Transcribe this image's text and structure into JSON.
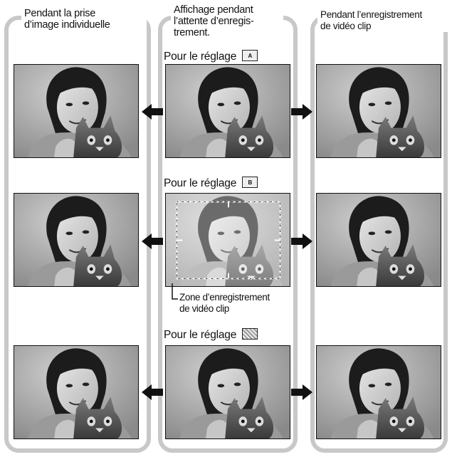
{
  "columns": {
    "left": {
      "title_line1": "Pendant la prise",
      "title_line2": "d’image individuelle"
    },
    "center": {
      "title_line1": "Affichage pendant",
      "title_line2": "l’attente d’enregis-",
      "title_line3": "trement."
    },
    "right": {
      "title_line1": "Pendant l’enregistrement",
      "title_line2": "de vidéo clip"
    }
  },
  "settings": [
    {
      "label": "Pour le réglage",
      "icon": "A",
      "icon_name": "stabilizer-a-icon"
    },
    {
      "label": "Pour le réglage",
      "icon": "B",
      "icon_name": "stabilizer-b-icon"
    },
    {
      "label": "Pour le réglage",
      "icon": "",
      "icon_name": "stabilizer-off-icon"
    }
  ],
  "zone": {
    "line1": "Zone d’enregistrement",
    "line2": "de vidéo clip"
  },
  "colors": {
    "frame": "#c8c8c8",
    "arrow": "#111111"
  }
}
